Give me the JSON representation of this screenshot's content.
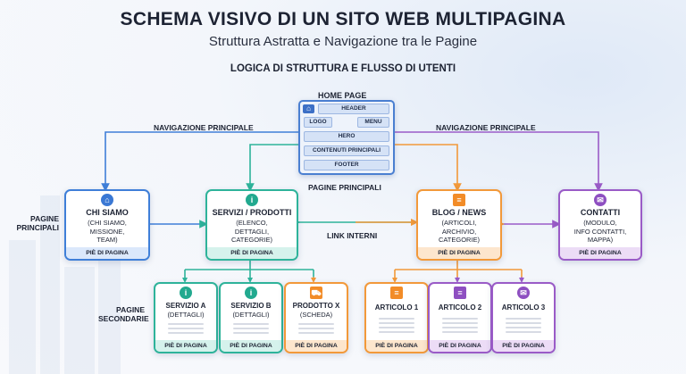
{
  "header": {
    "title": "SCHEMA VISIVO DI UN SITO WEB MULTIPAGINA",
    "subtitle": "Struttura Astratta e Navigazione tra le Pagine",
    "section": "LOGICA DI STRUTTURA E FLUSSO DI UTENTI"
  },
  "labels": {
    "nav_left": "NAVIGAZIONE PRINCIPALE",
    "nav_right": "NAVIGAZIONE PRINCIPALE",
    "pagine_principali": "PAGINE PRINCIPALI",
    "side_main_1": "PAGINE",
    "side_main_2": "PRINCIPALI",
    "internal_links": "LINK INTERNI",
    "side_sec_1": "PAGINE",
    "side_sec_2": "SECONDARIE"
  },
  "home": {
    "title": "HOME PAGE",
    "header": "HEADER",
    "logo": "LOGO",
    "menu": "MENU",
    "hero": "HERO",
    "content": "CONTENUTI PRINCIPALI",
    "footer": "FOOTER"
  },
  "footer_label": "PIÈ DI PAGINA",
  "main_pages": {
    "chi_siamo": {
      "title": "CHI SIAMO",
      "desc1": "(CHI SIAMO,",
      "desc2": "MISSIONE,",
      "desc3": "TEAM)",
      "icon": "home-icon"
    },
    "servizi": {
      "title": "SERVIZI / PRODOTTI",
      "desc1": "(ELENCO,",
      "desc2": "DETTAGLI,",
      "desc3": "CATEGORIE)",
      "icon": "info-icon"
    },
    "blog": {
      "title": "BLOG / NEWS",
      "desc1": "(ARTICOLI,",
      "desc2": "ARCHIVIO,",
      "desc3": "CATEGORIE)",
      "icon": "document-icon"
    },
    "contatti": {
      "title": "CONTATTI",
      "desc1": "(MODULO,",
      "desc2": "INFO CONTATTI,",
      "desc3": "MAPPA)",
      "icon": "mail-icon"
    }
  },
  "secondary_pages": {
    "servizio_a": {
      "title": "SERVIZIO A",
      "desc": "(DETTAGLI)"
    },
    "servizio_b": {
      "title": "SERVIZIO B",
      "desc": "(DETTAGLI)"
    },
    "prodotto_x": {
      "title": "PRODOTTO X",
      "desc": "(SCHEDA)"
    },
    "articolo_1": {
      "title": "ARTICOLO 1"
    },
    "articolo_2": {
      "title": "ARTICOLO 2"
    },
    "articolo_3": {
      "title": "ARTICOLO 3"
    }
  },
  "colors": {
    "blue": "#3f7fd8",
    "teal": "#2eb39a",
    "orange": "#f2993a",
    "purple": "#9a5bc7"
  }
}
